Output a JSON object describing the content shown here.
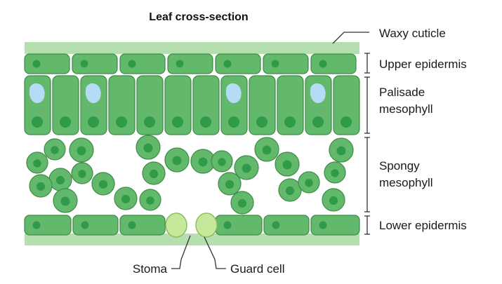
{
  "title": "Leaf cross-section",
  "labels": {
    "waxy_cuticle": "Waxy cuticle",
    "upper_epidermis": "Upper epidermis",
    "palisade_line1": "Palisade",
    "palisade_line2": "mesophyll",
    "spongy_line1": "Spongy",
    "spongy_line2": "mesophyll",
    "lower_epidermis": "Lower epidermis",
    "stoma": "Stoma",
    "guard_cell": "Guard cell"
  },
  "colors": {
    "cuticle": "#b5dfae",
    "cell_fill": "#63b96b",
    "cell_stroke": "#3f8a48",
    "nucleus": "#2f9a48",
    "vacuole": "#b6dcf5",
    "guard_cell": "#c5e89a",
    "guard_stroke": "#8cbd5d",
    "line": "#333333"
  }
}
